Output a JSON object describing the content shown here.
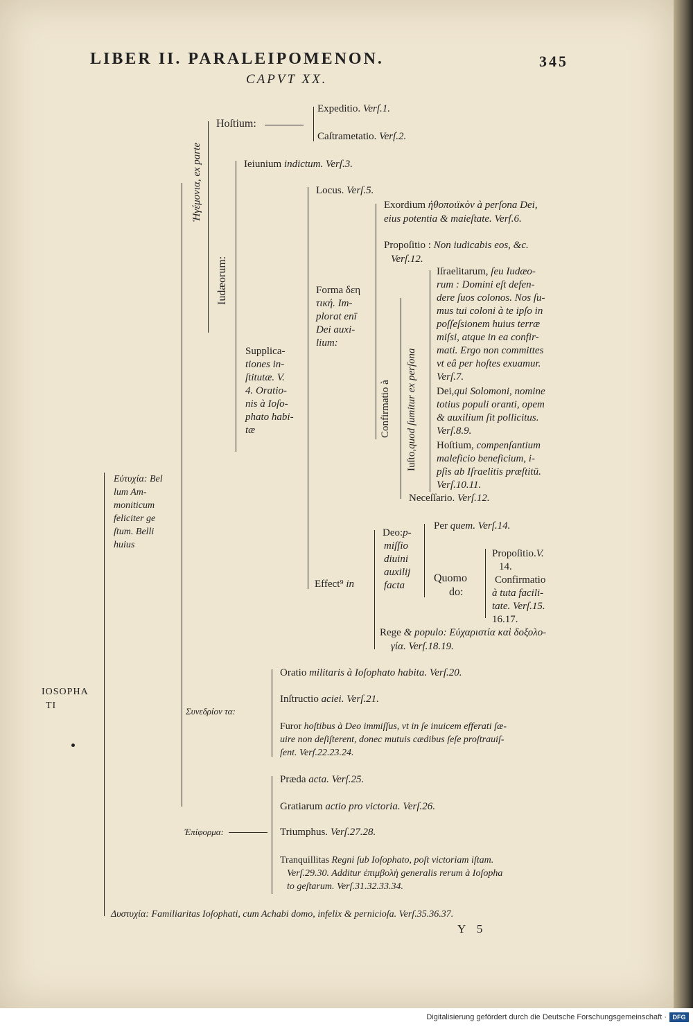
{
  "header": {
    "title": "LIBER II. PARALEIPOMENON.",
    "page_number": "345",
    "chapter": "CAPVT XX."
  },
  "root": {
    "line1": "IOSOPHA",
    "line2": "TI"
  },
  "eutychia": {
    "label": "Εὐτυχία: Bel",
    "lines": [
      "lum Am-",
      "moniticum",
      "feliciter ge",
      "ſtum. Belli",
      "huius"
    ]
  },
  "hegemonia": {
    "label": "Ἡγέμονια, ex parte"
  },
  "hostium": {
    "label": "Hoſtium:",
    "expeditio": "Expeditio.",
    "expeditio_ref": "Verſ.1.",
    "castrametatio": "Caſtrametatio.",
    "castrametatio_ref": "Verſ.2."
  },
  "iudaeorum": {
    "label": "Iudæorum:",
    "ieiunium": "Ieiunium",
    "ieiunium_rest": "indictum. Verſ.3.",
    "supplicationes": [
      "Supplica-",
      "tiones in-",
      "ſtitutæ. V.",
      "4. Oratio-",
      "nis à Ioſo-",
      "phato habi-",
      "tæ"
    ]
  },
  "locus": {
    "label": "Locus.",
    "ref": "Verſ.5."
  },
  "forma": {
    "lines": [
      "Forma δεη",
      "τική. Im-",
      "plorat enī",
      "Dei auxi-",
      "lium:"
    ]
  },
  "exordium": {
    "label": "Exordium",
    "line1": "ἠθοποιϊκὸν à perſona Dei,",
    "line2": "eius potentia & maieſtate. Verſ.6."
  },
  "propositio": {
    "label": "Propoſitio :",
    "line1": "Non iudicabis eos, &c.",
    "line2": "Verſ.12."
  },
  "confirmatio": {
    "label": "Confirmatio à"
  },
  "iusto": {
    "label": "Iuſto,",
    "rest": "quod ſumitur ex perſona"
  },
  "israelitarum": {
    "label": "Iſraelitarum,",
    "line1_rest": "ſeu Iudæo-",
    "lines": [
      "rum : Domini eſt defen-",
      "dere ſuos colonos. Nos ſu-",
      "mus tui coloni à te ipſo in",
      "poſſeſsionem huius terræ",
      "miſsi, atque in ea confir-",
      "mati. Ergo non committes",
      "vt eâ per hoſtes exuamur.",
      "Verſ.7."
    ]
  },
  "dei": {
    "label": "Dei,",
    "line1_rest": "qui Solomoni, nomine",
    "lines": [
      "totius populi oranti, opem",
      "& auxilium ſit pollicitus.",
      "Verſ.8.9."
    ]
  },
  "hostium2": {
    "label": "Hoſtium,",
    "line1_rest": "compenſantium",
    "lines": [
      "maleficio beneficium, i-",
      "pſis ab Iſraelitis præſtitū.",
      "Verſ.10.11."
    ]
  },
  "necessario": {
    "label": "Neceſſario.",
    "ref": "Verſ.12."
  },
  "effectus": {
    "label": "Effect⁹",
    "rest": "in"
  },
  "deo": {
    "label": "Deo:",
    "lines": [
      "p-",
      "miſſio",
      "diuini",
      "auxilij",
      "facta"
    ]
  },
  "per_quem": {
    "label": "Per",
    "rest": "quem. Verſ.14."
  },
  "quomodo": {
    "line1": "Quomo",
    "line2": "do:"
  },
  "propositio2": {
    "label": "Propoſitio.",
    "ref": "V.",
    "line2": "14."
  },
  "confirmatio2": {
    "label": "Confirmatio",
    "lines": [
      "à tuta facili-",
      "tate. Verſ.15.",
      "16.17."
    ]
  },
  "rege": {
    "label": "Rege",
    "line1_rest": "& populo: Εὐχαριστία καὶ δοξολο-",
    "line2": "γία. Verſ.18.19."
  },
  "synedrion": {
    "label": "Συνεδρίον τα:"
  },
  "oratio": {
    "label": "Oratio",
    "rest": "militaris à Ioſophato habita. Verſ.20."
  },
  "instructio": {
    "label": "Inſtructio",
    "rest": "aciei. Verſ.21."
  },
  "furor": {
    "label": "Furor",
    "line1_rest": "hoſtibus à Deo immiſſus, vt in ſe inuicem efferati ſæ-",
    "line2": "uire non deſiſterent, donec mutuis cædibus ſeſe proſtrauiſ-",
    "line3": "ſent. Verſ.22.23.24."
  },
  "epiphora": {
    "label": "Ἐπίφορμα:"
  },
  "praeda": {
    "label": "Præda",
    "rest": "acta. Verſ.25."
  },
  "gratiarum": {
    "label": "Gratiarum",
    "rest": "actio pro victoria. Verſ.26."
  },
  "triumphus": {
    "label": "Triumphus.",
    "rest": "Verſ.27.28."
  },
  "tranquillitas": {
    "label": "Tranquillitas",
    "line1_rest": "Regni ſub Ioſophato, poſt victoriam iſtam.",
    "line2": "Verſ.29.30. Additur ἐπιμβολὴ generalis rerum à Ioſopha",
    "line3": "to geſtarum. Verſ.31.32.33.34."
  },
  "dystychia": {
    "text": "Δυστυχία: Familiaritas Ioſophati, cum Achabi domo, infelix & pernicioſa. Verſ.35.36.37."
  },
  "signature": "Y 5",
  "footer": {
    "text": "Digitalisierung gefördert durch die Deutsche Forschungsgemeinschaft ·",
    "logo": "DFG"
  }
}
